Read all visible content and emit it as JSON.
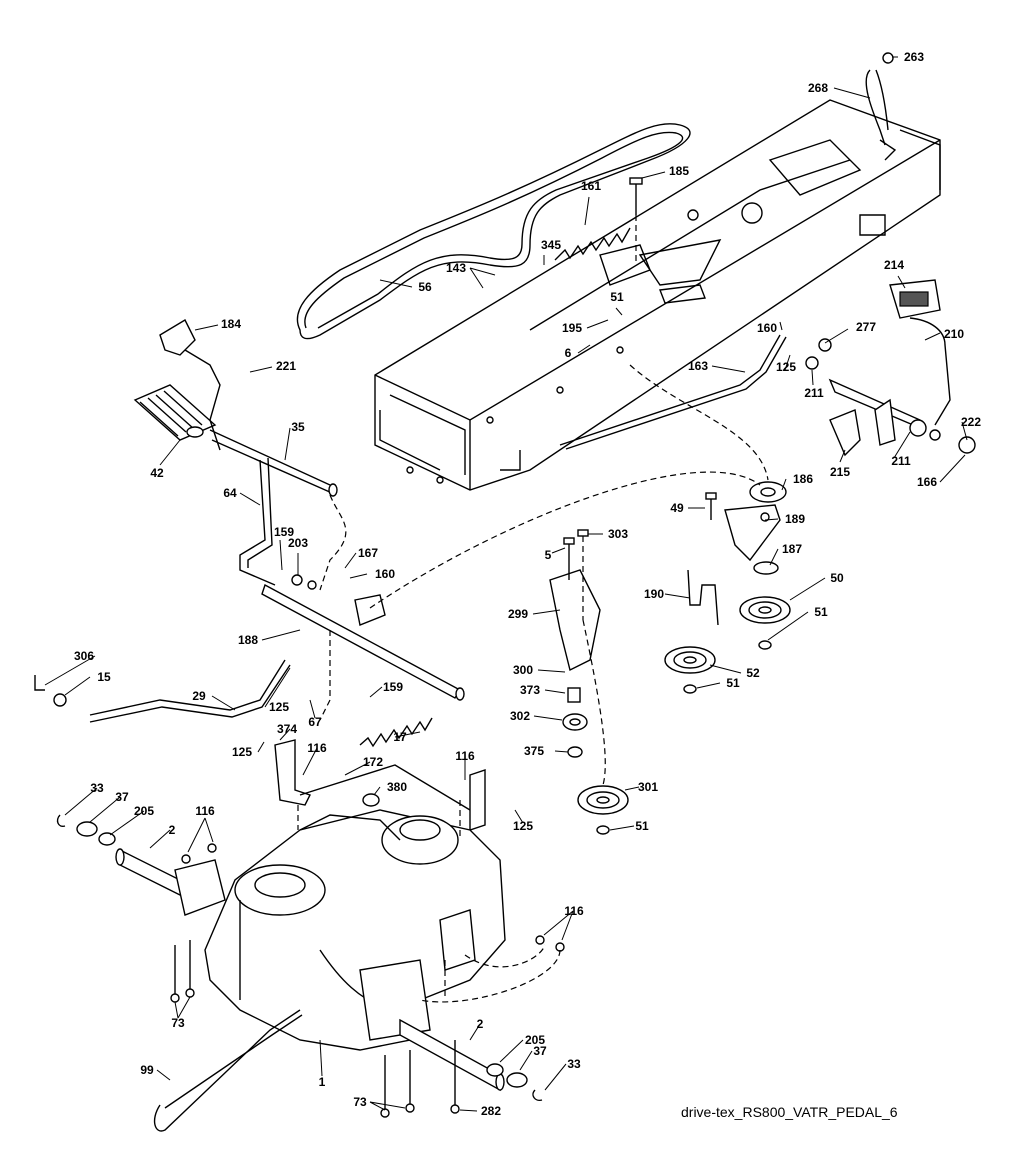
{
  "diagram": {
    "caption": "drive-tex_RS800_VATR_PEDAL_6",
    "callouts": [
      {
        "id": "c-263",
        "label": "263"
      },
      {
        "id": "c-268",
        "label": "268"
      },
      {
        "id": "c-185",
        "label": "185"
      },
      {
        "id": "c-161",
        "label": "161"
      },
      {
        "id": "c-345",
        "label": "345"
      },
      {
        "id": "c-143",
        "label": "143"
      },
      {
        "id": "c-56",
        "label": "56"
      },
      {
        "id": "c-51a",
        "label": "51"
      },
      {
        "id": "c-195",
        "label": "195"
      },
      {
        "id": "c-6",
        "label": "6"
      },
      {
        "id": "c-184",
        "label": "184"
      },
      {
        "id": "c-221",
        "label": "221"
      },
      {
        "id": "c-214",
        "label": "214"
      },
      {
        "id": "c-160a",
        "label": "160"
      },
      {
        "id": "c-277",
        "label": "277"
      },
      {
        "id": "c-210",
        "label": "210"
      },
      {
        "id": "c-163",
        "label": "163"
      },
      {
        "id": "c-125a",
        "label": "125"
      },
      {
        "id": "c-211a",
        "label": "211"
      },
      {
        "id": "c-222",
        "label": "222"
      },
      {
        "id": "c-215",
        "label": "215"
      },
      {
        "id": "c-211b",
        "label": "211"
      },
      {
        "id": "c-166",
        "label": "166"
      },
      {
        "id": "c-35",
        "label": "35"
      },
      {
        "id": "c-42",
        "label": "42"
      },
      {
        "id": "c-64",
        "label": "64"
      },
      {
        "id": "c-186",
        "label": "186"
      },
      {
        "id": "c-49",
        "label": "49"
      },
      {
        "id": "c-189",
        "label": "189"
      },
      {
        "id": "c-159a",
        "label": "159"
      },
      {
        "id": "c-203",
        "label": "203"
      },
      {
        "id": "c-167",
        "label": "167"
      },
      {
        "id": "c-160b",
        "label": "160"
      },
      {
        "id": "c-5",
        "label": "5"
      },
      {
        "id": "c-303",
        "label": "303"
      },
      {
        "id": "c-187",
        "label": "187"
      },
      {
        "id": "c-50",
        "label": "50"
      },
      {
        "id": "c-190",
        "label": "190"
      },
      {
        "id": "c-188",
        "label": "188"
      },
      {
        "id": "c-299",
        "label": "299"
      },
      {
        "id": "c-51b",
        "label": "51"
      },
      {
        "id": "c-306",
        "label": "306"
      },
      {
        "id": "c-15",
        "label": "15"
      },
      {
        "id": "c-52",
        "label": "52"
      },
      {
        "id": "c-300",
        "label": "300"
      },
      {
        "id": "c-51c",
        "label": "51"
      },
      {
        "id": "c-29",
        "label": "29"
      },
      {
        "id": "c-125b",
        "label": "125"
      },
      {
        "id": "c-159b",
        "label": "159"
      },
      {
        "id": "c-373",
        "label": "373"
      },
      {
        "id": "c-67",
        "label": "67"
      },
      {
        "id": "c-302",
        "label": "302"
      },
      {
        "id": "c-374",
        "label": "374"
      },
      {
        "id": "c-17",
        "label": "17"
      },
      {
        "id": "c-125c",
        "label": "125"
      },
      {
        "id": "c-116a",
        "label": "116"
      },
      {
        "id": "c-116b",
        "label": "116"
      },
      {
        "id": "c-375",
        "label": "375"
      },
      {
        "id": "c-172",
        "label": "172"
      },
      {
        "id": "c-33a",
        "label": "33"
      },
      {
        "id": "c-380",
        "label": "380"
      },
      {
        "id": "c-301",
        "label": "301"
      },
      {
        "id": "c-37a",
        "label": "37"
      },
      {
        "id": "c-205a",
        "label": "205"
      },
      {
        "id": "c-116c",
        "label": "116"
      },
      {
        "id": "c-125d",
        "label": "125"
      },
      {
        "id": "c-51d",
        "label": "51"
      },
      {
        "id": "c-2a",
        "label": "2"
      },
      {
        "id": "c-116d",
        "label": "116"
      },
      {
        "id": "c-73a",
        "label": "73"
      },
      {
        "id": "c-2b",
        "label": "2"
      },
      {
        "id": "c-205b",
        "label": "205"
      },
      {
        "id": "c-37b",
        "label": "37"
      },
      {
        "id": "c-99",
        "label": "99"
      },
      {
        "id": "c-1",
        "label": "1"
      },
      {
        "id": "c-33b",
        "label": "33"
      },
      {
        "id": "c-73b",
        "label": "73"
      },
      {
        "id": "c-282",
        "label": "282"
      }
    ]
  }
}
